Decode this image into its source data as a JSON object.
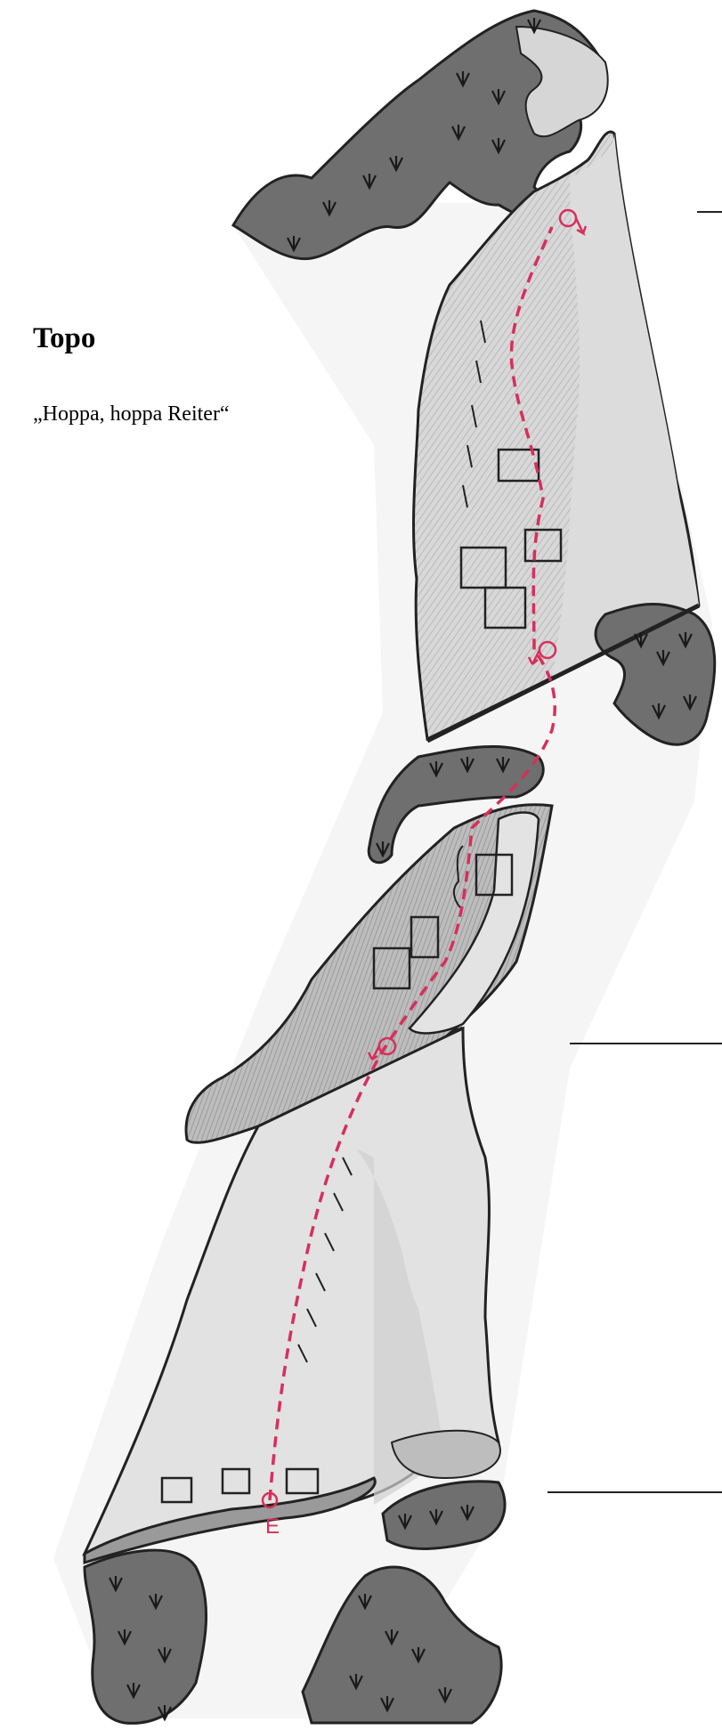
{
  "page": {
    "title": "Topo",
    "subtitle": "„Hoppa, hoppa Reiter“"
  },
  "route": {
    "start_label": "E",
    "line_color": "#d62f5c"
  },
  "colors": {
    "rock_light": "#dcdcdc",
    "rock_mid": "#c4c4c4",
    "vegetation": "#6f6f6f",
    "outline": "#222222"
  },
  "icons": [
    "anchor-icon",
    "vegetation-icon",
    "crack-icon",
    "block-icon"
  ]
}
